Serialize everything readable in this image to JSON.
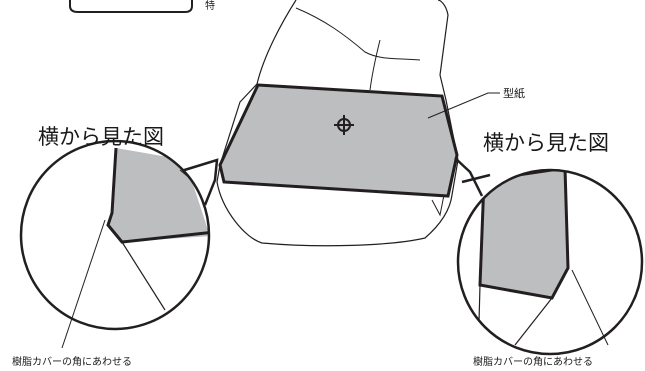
{
  "labels": {
    "side_view_left": "横から見た図",
    "side_view_right": "横から見た図",
    "pattern_paper": "型紙",
    "align_left": "樹脂カバーの角にあわせる",
    "align_right": "樹脂カバーの角にあわせる",
    "top_cut": "特"
  },
  "colors": {
    "pattern_fill": "#bcbec0",
    "line": "#231f20"
  }
}
